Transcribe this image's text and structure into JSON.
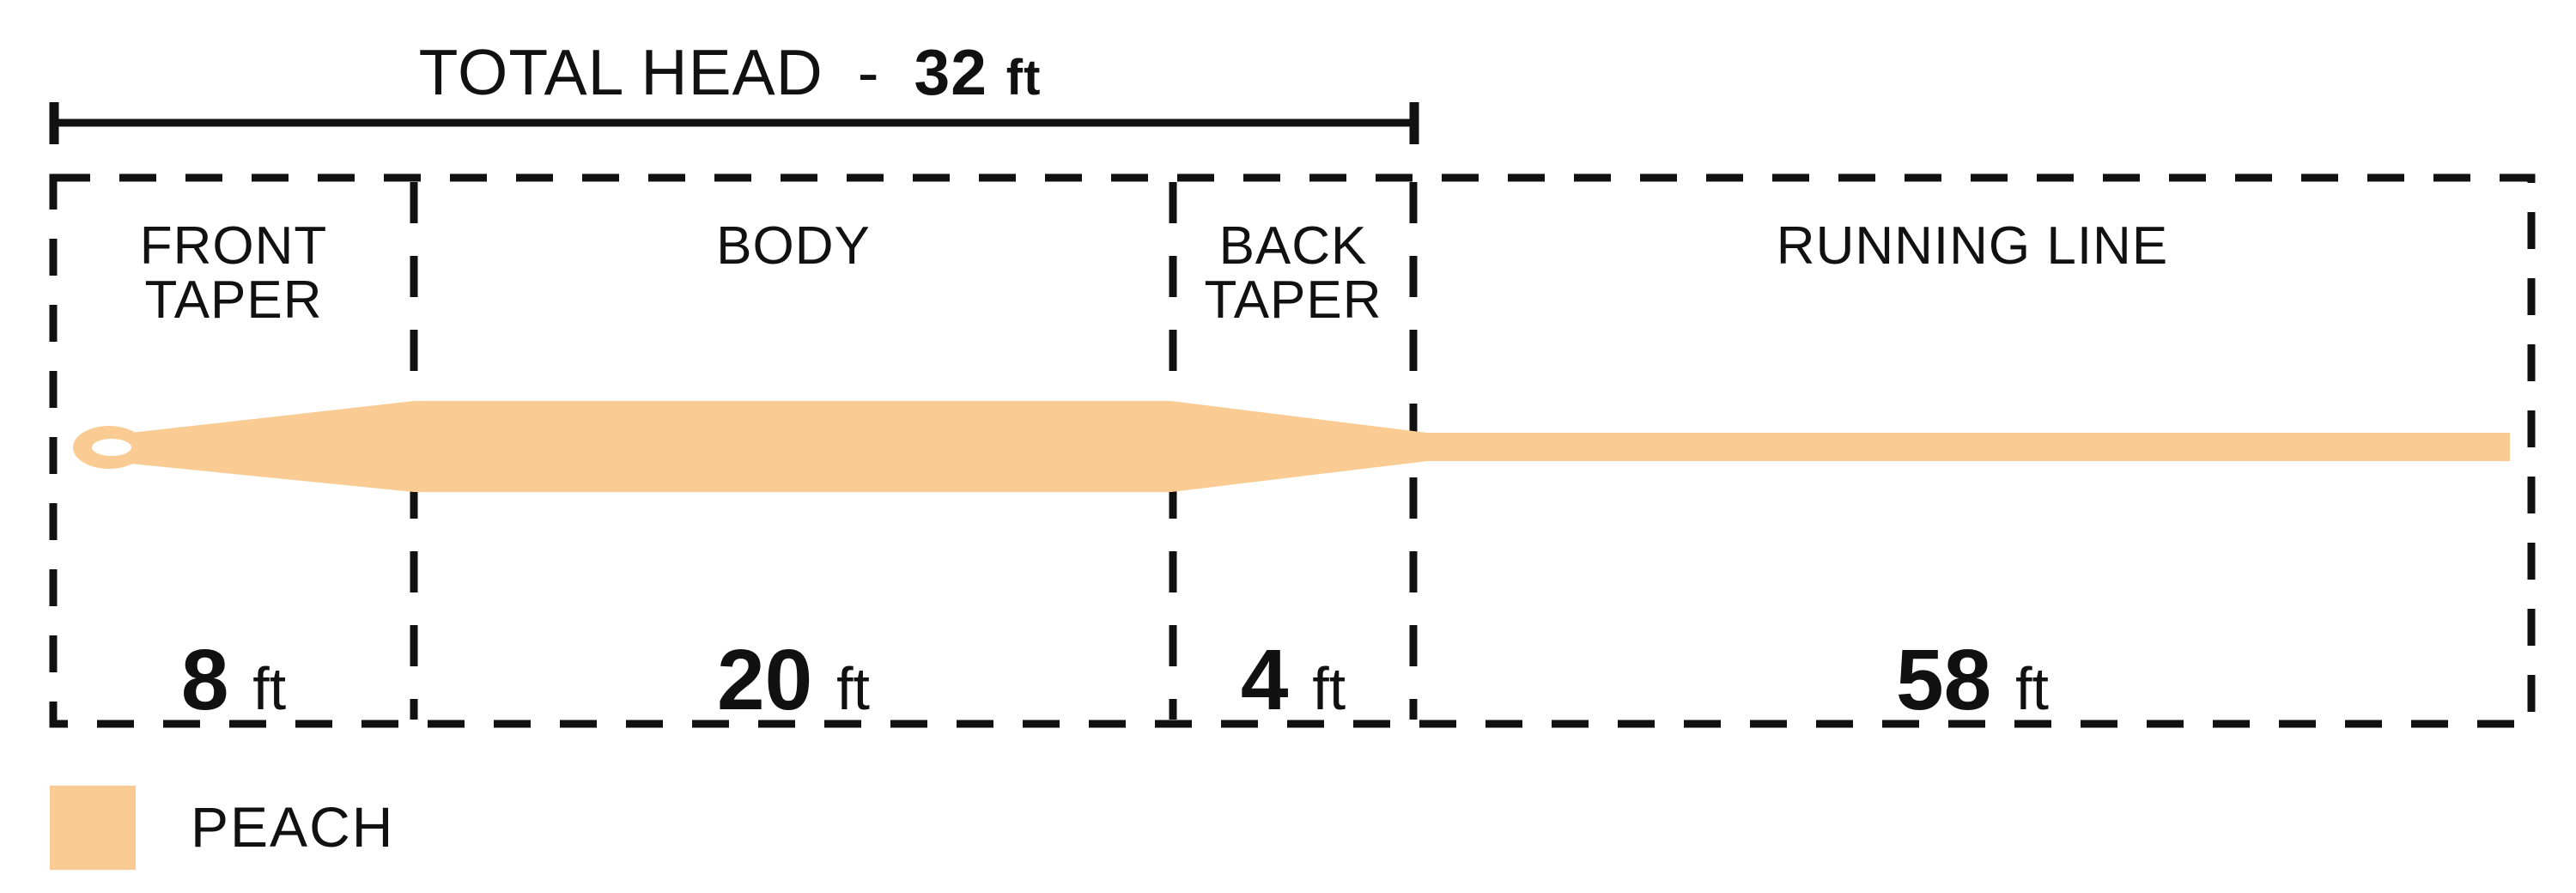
{
  "diagram": {
    "title": {
      "label": "TOTAL HEAD",
      "separator": "-",
      "value": "32",
      "unit": "ft"
    },
    "sections": [
      {
        "name": "FRONT TAPER",
        "label_lines": [
          "FRONT",
          "TAPER"
        ],
        "length_value": "8",
        "length_unit": "ft"
      },
      {
        "name": "BODY",
        "label_lines": [
          "BODY"
        ],
        "length_value": "20",
        "length_unit": "ft"
      },
      {
        "name": "BACK TAPER",
        "label_lines": [
          "BACK",
          "TAPER"
        ],
        "length_value": "4",
        "length_unit": "ft"
      },
      {
        "name": "RUNNING LINE",
        "label_lines": [
          "RUNNING LINE"
        ],
        "length_value": "58",
        "length_unit": "ft"
      }
    ],
    "legend": {
      "label": "PEACH",
      "swatch_color": "#FACC94"
    },
    "colors": {
      "line_fill": "#FACC94",
      "ink": "#111111",
      "hole": "#FFFFFF"
    }
  }
}
